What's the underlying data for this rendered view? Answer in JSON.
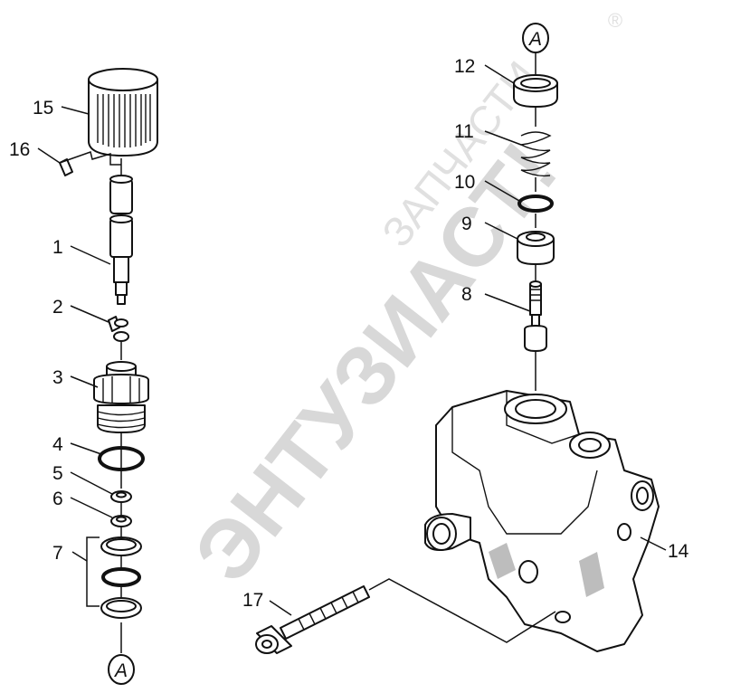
{
  "watermark": {
    "main": "ЭНТУЗИАСТ!",
    "sub": "ЗАПЧАСТИ",
    "reg": "®"
  },
  "callouts": [
    "1",
    "2",
    "3",
    "4",
    "5",
    "6",
    "7",
    "8",
    "9",
    "10",
    "11",
    "12",
    "14",
    "15",
    "16",
    "17"
  ],
  "connector": "A"
}
